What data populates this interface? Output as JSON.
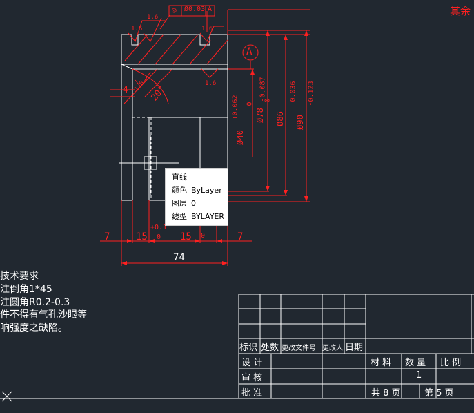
{
  "colors": {
    "background": "#212830",
    "drawing": "#ffffff",
    "dimension": "#ff2020"
  },
  "corner_note": "其余",
  "tolerance_frame": {
    "symbol": "◎",
    "value": "Ø0.03",
    "datum": "A"
  },
  "datum_label": "A",
  "roughness": [
    "1.6",
    "1.6",
    "1.6",
    "1.6",
    "1.6"
  ],
  "dimensions": {
    "left_small": "4",
    "angle": "20°",
    "d40": "Ø40",
    "d40_tol_upper": "+0.062",
    "d40_tol_lower": "0",
    "d78": "Ø78",
    "d78_tol_lower": "-0.087",
    "d78_tol_upper": "0",
    "d86": "Ø86",
    "d90": "Ø90",
    "d90_tol_upper": "-0.036",
    "d90_tol_lower": "-0.123",
    "w7_left": "7",
    "w15_left": "15",
    "tol_plus": "+0.1",
    "tol_zero_left": "0",
    "w15_right": "15",
    "tol_zero_right": "0",
    "w7_right": "7",
    "total": "74"
  },
  "tooltip": {
    "title": "直线",
    "rows": [
      {
        "label": "颜色",
        "value": "ByLayer"
      },
      {
        "label": "图层",
        "value": "0"
      },
      {
        "label": "线型",
        "value": "BYLAYER"
      }
    ]
  },
  "tech_requirements": [
    "技术要求",
    "注倒角1*45",
    "注圆角R0.2-0.3",
    "件不得有气孔沙眼等",
    "响强度之缺陷。"
  ],
  "title_block": {
    "row_headers": [
      "标识",
      "处数",
      "更改文件号",
      "更改人",
      "日期"
    ],
    "design": "设 计",
    "review": "审 核",
    "approve": "批 准",
    "material": "材 料",
    "quantity": "数 量",
    "scale": "比 例",
    "quantity_value": "1",
    "total_pages": "共 8 页",
    "page": "第 5 页"
  }
}
